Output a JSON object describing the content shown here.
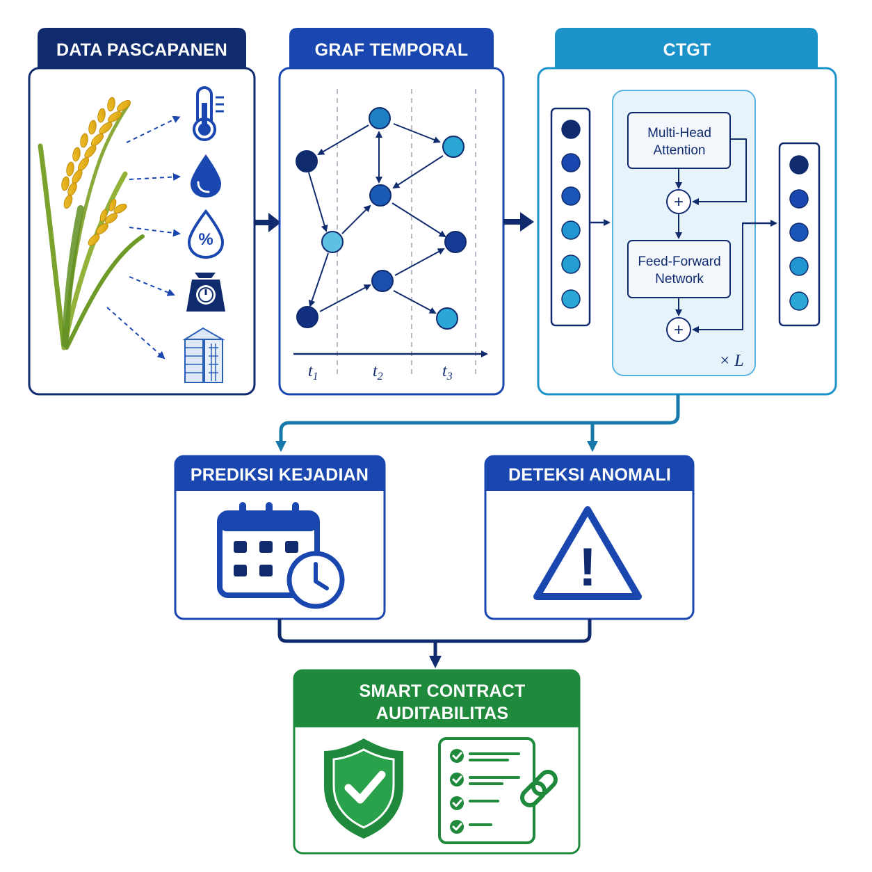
{
  "panels": {
    "data_pascapanen": {
      "title": "DATA PASCAPANEN"
    },
    "graf_temporal": {
      "title": "GRAF TEMPORAL",
      "time_labels": [
        "t",
        "t",
        "t"
      ],
      "time_subs": [
        "1",
        "2",
        "3"
      ]
    },
    "ctgt": {
      "title": "CTGT",
      "attention_line1": "Multi-Head",
      "attention_line2": "Attention",
      "ffn_line1": "Feed-Forward",
      "ffn_line2": "Network",
      "repeat_label": "× L"
    },
    "prediksi": {
      "title": "PREDIKSI KEJADIAN"
    },
    "deteksi": {
      "title": "DETEKSI ANOMALI"
    },
    "smart_contract": {
      "title_line1": "SMART CONTRACT",
      "title_line2": "AUDITABILITAS"
    }
  },
  "icons": {
    "sensors": [
      "thermometer-icon",
      "water-drop-icon",
      "humidity-percent-icon",
      "weighing-scale-icon",
      "storage-silo-icon"
    ],
    "percent_glyph": "%",
    "plus_glyph": "+",
    "exclamation_glyph": "!"
  },
  "colors": {
    "navy": "#0f2b6e",
    "blue": "#1a46b0",
    "ctgt_blue": "#1b92c9",
    "green": "#1f8a3c",
    "light_node": "#2aa7d4"
  }
}
